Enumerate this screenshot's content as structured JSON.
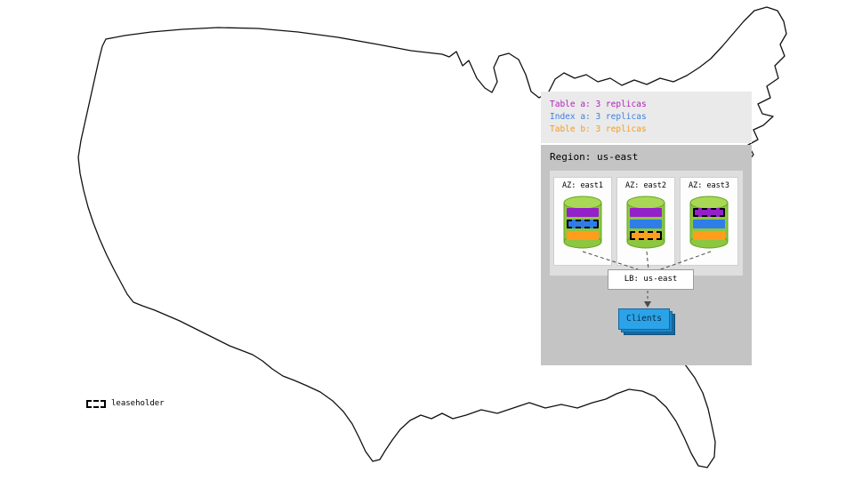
{
  "legend": {
    "items": [
      {
        "label": "Table a: 3 replicas",
        "color": "#b21fbe"
      },
      {
        "label": "Index a: 3 replicas",
        "color": "#3e7fe0"
      },
      {
        "label": "Table b: 3 replicas",
        "color": "#f79a1f"
      }
    ]
  },
  "region": {
    "title": "Region: us-east",
    "lb_label": "LB: us-east",
    "clients_label": "Clients",
    "azs": [
      {
        "label": "AZ: east1",
        "replicas": [
          {
            "name": "table-a-replica",
            "color": "#9320c8",
            "leaseholder": false
          },
          {
            "name": "index-a-replica",
            "color": "#2e7de8",
            "leaseholder": true
          },
          {
            "name": "table-b-replica",
            "color": "#ff9d1c",
            "leaseholder": false
          }
        ]
      },
      {
        "label": "AZ: east2",
        "replicas": [
          {
            "name": "table-a-replica",
            "color": "#9320c8",
            "leaseholder": false
          },
          {
            "name": "index-a-replica",
            "color": "#2e7de8",
            "leaseholder": false
          },
          {
            "name": "table-b-replica",
            "color": "#ff9d1c",
            "leaseholder": true
          }
        ]
      },
      {
        "label": "AZ: east3",
        "replicas": [
          {
            "name": "table-a-replica",
            "color": "#9320c8",
            "leaseholder": true
          },
          {
            "name": "index-a-replica",
            "color": "#2e7de8",
            "leaseholder": false
          },
          {
            "name": "table-b-replica",
            "color": "#ff9d1c",
            "leaseholder": false
          }
        ]
      }
    ]
  },
  "map_legend": {
    "label": "leaseholder"
  },
  "colors": {
    "cylinder_body": "#8dc63f",
    "cylinder_top": "#a9d854",
    "cylinder_edge": "#64a51f",
    "clients_blue": "#2ba3e8",
    "region_panel_gray": "#c4c4c4",
    "legend_panel_gray": "#eaeaea"
  }
}
